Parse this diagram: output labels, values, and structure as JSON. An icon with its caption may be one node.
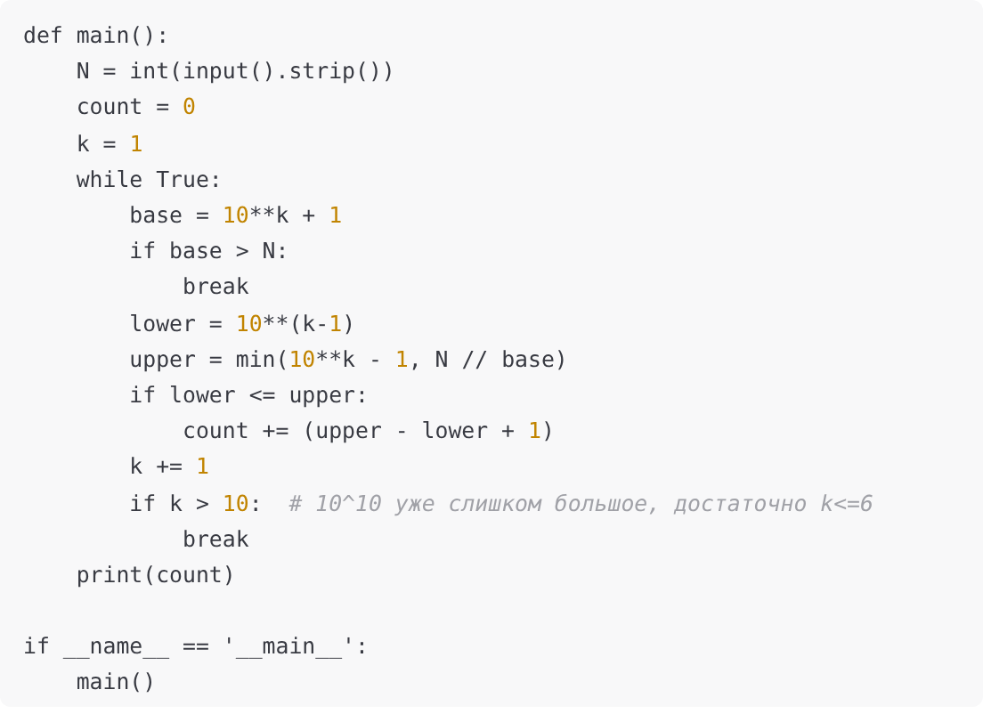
{
  "diagram": {
    "labels": [
      "def main():",
      "    N = int(input().strip())",
      "    count = 0",
      "    k = 1",
      "    while True:",
      "        base = 10**k + 1",
      "        if base > N:",
      "            break",
      "        lower = 10**(k-1)",
      "        upper = min(10**k - 1, N // base)",
      "        if lower <= upper:",
      "            count += (upper - lower + 1)",
      "        k += 1",
      "        if k > 10:  # 10^10 уже слишком большое, достаточно k<=6",
      "            break",
      "    print(count)",
      "if __name__ == '__main__':",
      "    main()"
    ]
  }
}
